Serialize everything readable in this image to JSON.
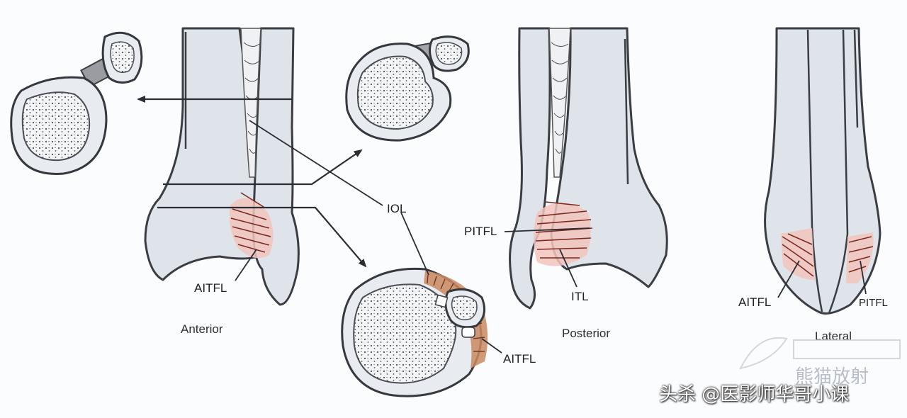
{
  "labels": {
    "iol": "IOL",
    "pitfl_center": "PITFL",
    "aitfl_anterior": "AITFL",
    "aitfl_cross": "AITFL",
    "itl": "ITL",
    "aitfl_lateral": "AITFL",
    "pitfl_lateral": "PITFL"
  },
  "views": {
    "anterior": "Anterior",
    "posterior": "Posterior",
    "lateral": "Lateral"
  },
  "watermark": {
    "channel": "熊猫放射",
    "credit": "头杀 @医影师华哥小课"
  },
  "colors": {
    "bone_fill": "#dfe3ea",
    "ligament": "#f2c4bc",
    "ligament_fiber": "#7a2a20",
    "outline": "#3a3d44"
  }
}
